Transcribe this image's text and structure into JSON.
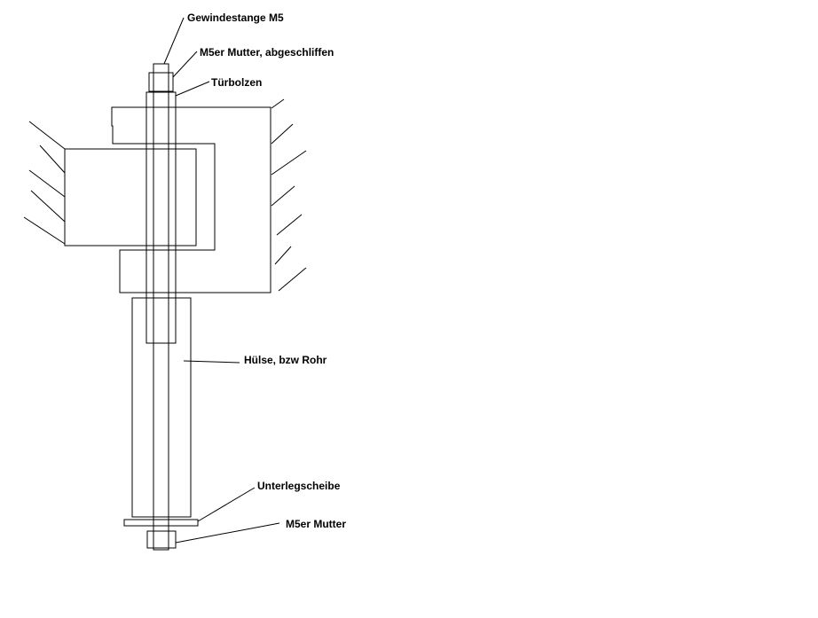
{
  "labels": {
    "threaded_rod": "Gewindestange M5",
    "ground_nut": "M5er Mutter, abgeschliffen",
    "door_bolt": "Türbolzen",
    "sleeve": "Hülse, bzw Rohr",
    "washer": "Unterlegscheibe",
    "nut": "M5er Mutter"
  },
  "colors": {
    "stroke": "#000000",
    "background": "#ffffff"
  }
}
